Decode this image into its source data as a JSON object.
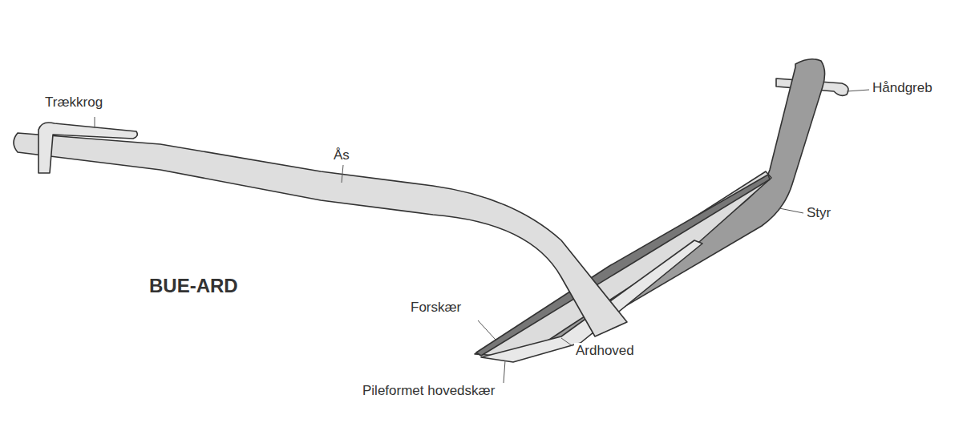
{
  "diagram": {
    "title": "BUE-ARD",
    "labels": [
      "Trækkrog",
      "Ås",
      "Håndgreb",
      "Styr",
      "Forskær",
      "Ardhoved",
      "Pileformet hovedskær"
    ]
  }
}
